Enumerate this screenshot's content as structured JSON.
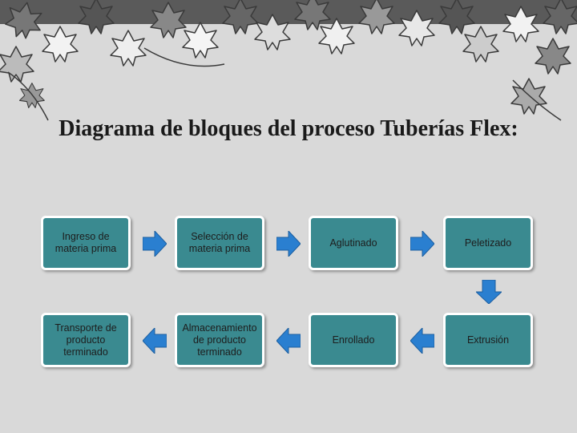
{
  "title": "Diagrama de bloques del proceso Tuberías Flex:",
  "colors": {
    "block_fill": "#3a8a90",
    "block_border": "#ffffff",
    "arrow": "#2a7fd0",
    "background": "#d9d9d9"
  },
  "blocks": [
    {
      "id": "ingreso",
      "label": "Ingreso de materia prima"
    },
    {
      "id": "seleccion",
      "label": "Selección de materia prima"
    },
    {
      "id": "aglutinado",
      "label": "Aglutinado"
    },
    {
      "id": "peletizado",
      "label": "Peletizado"
    },
    {
      "id": "transporte",
      "label": "Transporte de producto terminado"
    },
    {
      "id": "almacenamiento",
      "label": "Almacenamiento de producto terminado"
    },
    {
      "id": "enrollado",
      "label": "Enrollado"
    },
    {
      "id": "extrusion",
      "label": "Extrusión"
    }
  ],
  "flow": [
    {
      "from": "ingreso",
      "to": "seleccion",
      "direction": "right"
    },
    {
      "from": "seleccion",
      "to": "aglutinado",
      "direction": "right"
    },
    {
      "from": "aglutinado",
      "to": "peletizado",
      "direction": "right"
    },
    {
      "from": "peletizado",
      "to": "extrusion",
      "direction": "down"
    },
    {
      "from": "extrusion",
      "to": "enrollado",
      "direction": "left"
    },
    {
      "from": "enrollado",
      "to": "almacenamiento",
      "direction": "left"
    },
    {
      "from": "almacenamiento",
      "to": "transporte",
      "direction": "left"
    }
  ]
}
